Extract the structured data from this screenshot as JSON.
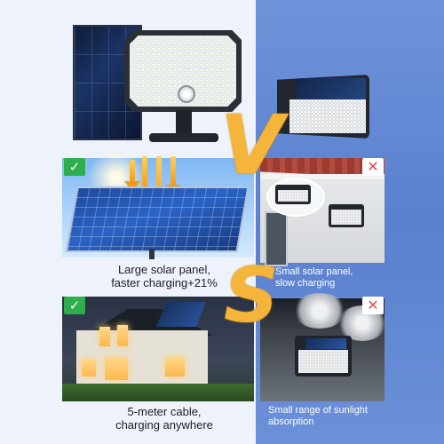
{
  "captions": {
    "left_1": "Large solar panel,",
    "left_2": "faster charging+21%",
    "right_1": "Small solar panel,",
    "right_2": "slow charging",
    "left_3": "5-meter cable,",
    "left_4": "charging anywhere",
    "right_3": "Small range of sunlight",
    "right_4": "absorption"
  },
  "badges": {
    "ok": "✓",
    "no": "✕"
  },
  "letters": {
    "v": "V",
    "s": "S"
  },
  "colors": {
    "accent": "#f5b43a",
    "check_green": "#2fae4e",
    "cross_red": "#e04a4a",
    "right_bg": "#5f86d2",
    "left_bg": "#eef3fb"
  },
  "icons": [
    "check-icon",
    "cross-icon"
  ]
}
